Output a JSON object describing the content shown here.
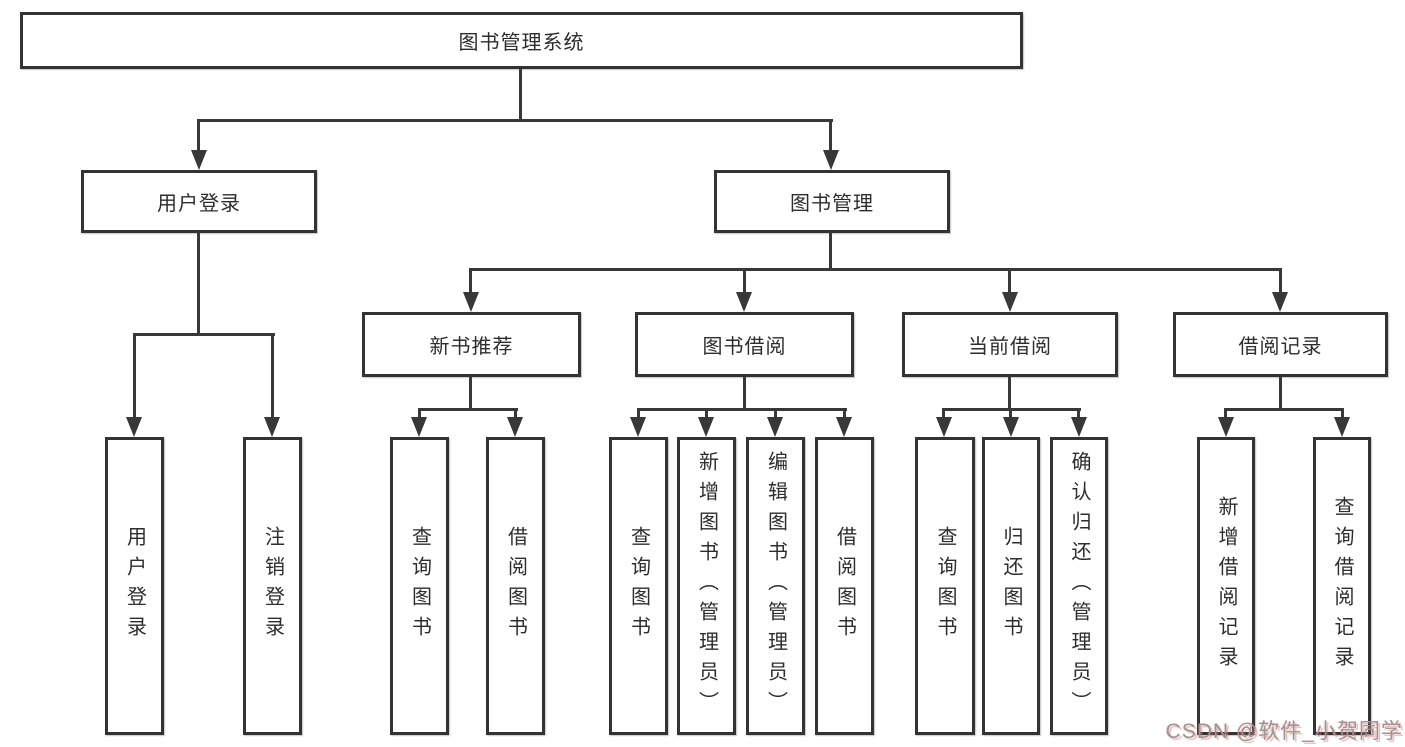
{
  "colors": {
    "line": "#383838",
    "box_border": "#333333",
    "text": "#2d2d2d",
    "watermark_gray": "#979797",
    "watermark_red": "#f56c6c"
  },
  "tree": {
    "root": {
      "label": "图书管理系统"
    },
    "children": [
      {
        "label": "用户登录",
        "children": [
          {
            "label": "用户登录"
          },
          {
            "label": "注销登录"
          }
        ]
      },
      {
        "label": "图书管理",
        "children": [
          {
            "label": "新书推荐",
            "children": [
              {
                "label": "查询图书"
              },
              {
                "label": "借阅图书"
              }
            ]
          },
          {
            "label": "图书借阅",
            "children": [
              {
                "label": "查询图书"
              },
              {
                "label": "新增图书（管理员）"
              },
              {
                "label": "编辑图书（管理员）"
              },
              {
                "label": "借阅图书"
              }
            ]
          },
          {
            "label": "当前借阅",
            "children": [
              {
                "label": "查询图书"
              },
              {
                "label": "归还图书"
              },
              {
                "label": "确认归还（管理员）"
              }
            ]
          },
          {
            "label": "借阅记录",
            "children": [
              {
                "label": "新增借阅记录"
              },
              {
                "label": "查询借阅记录"
              }
            ]
          }
        ]
      }
    ]
  },
  "watermark": {
    "text": "CSDN @软件_小贺同学"
  }
}
